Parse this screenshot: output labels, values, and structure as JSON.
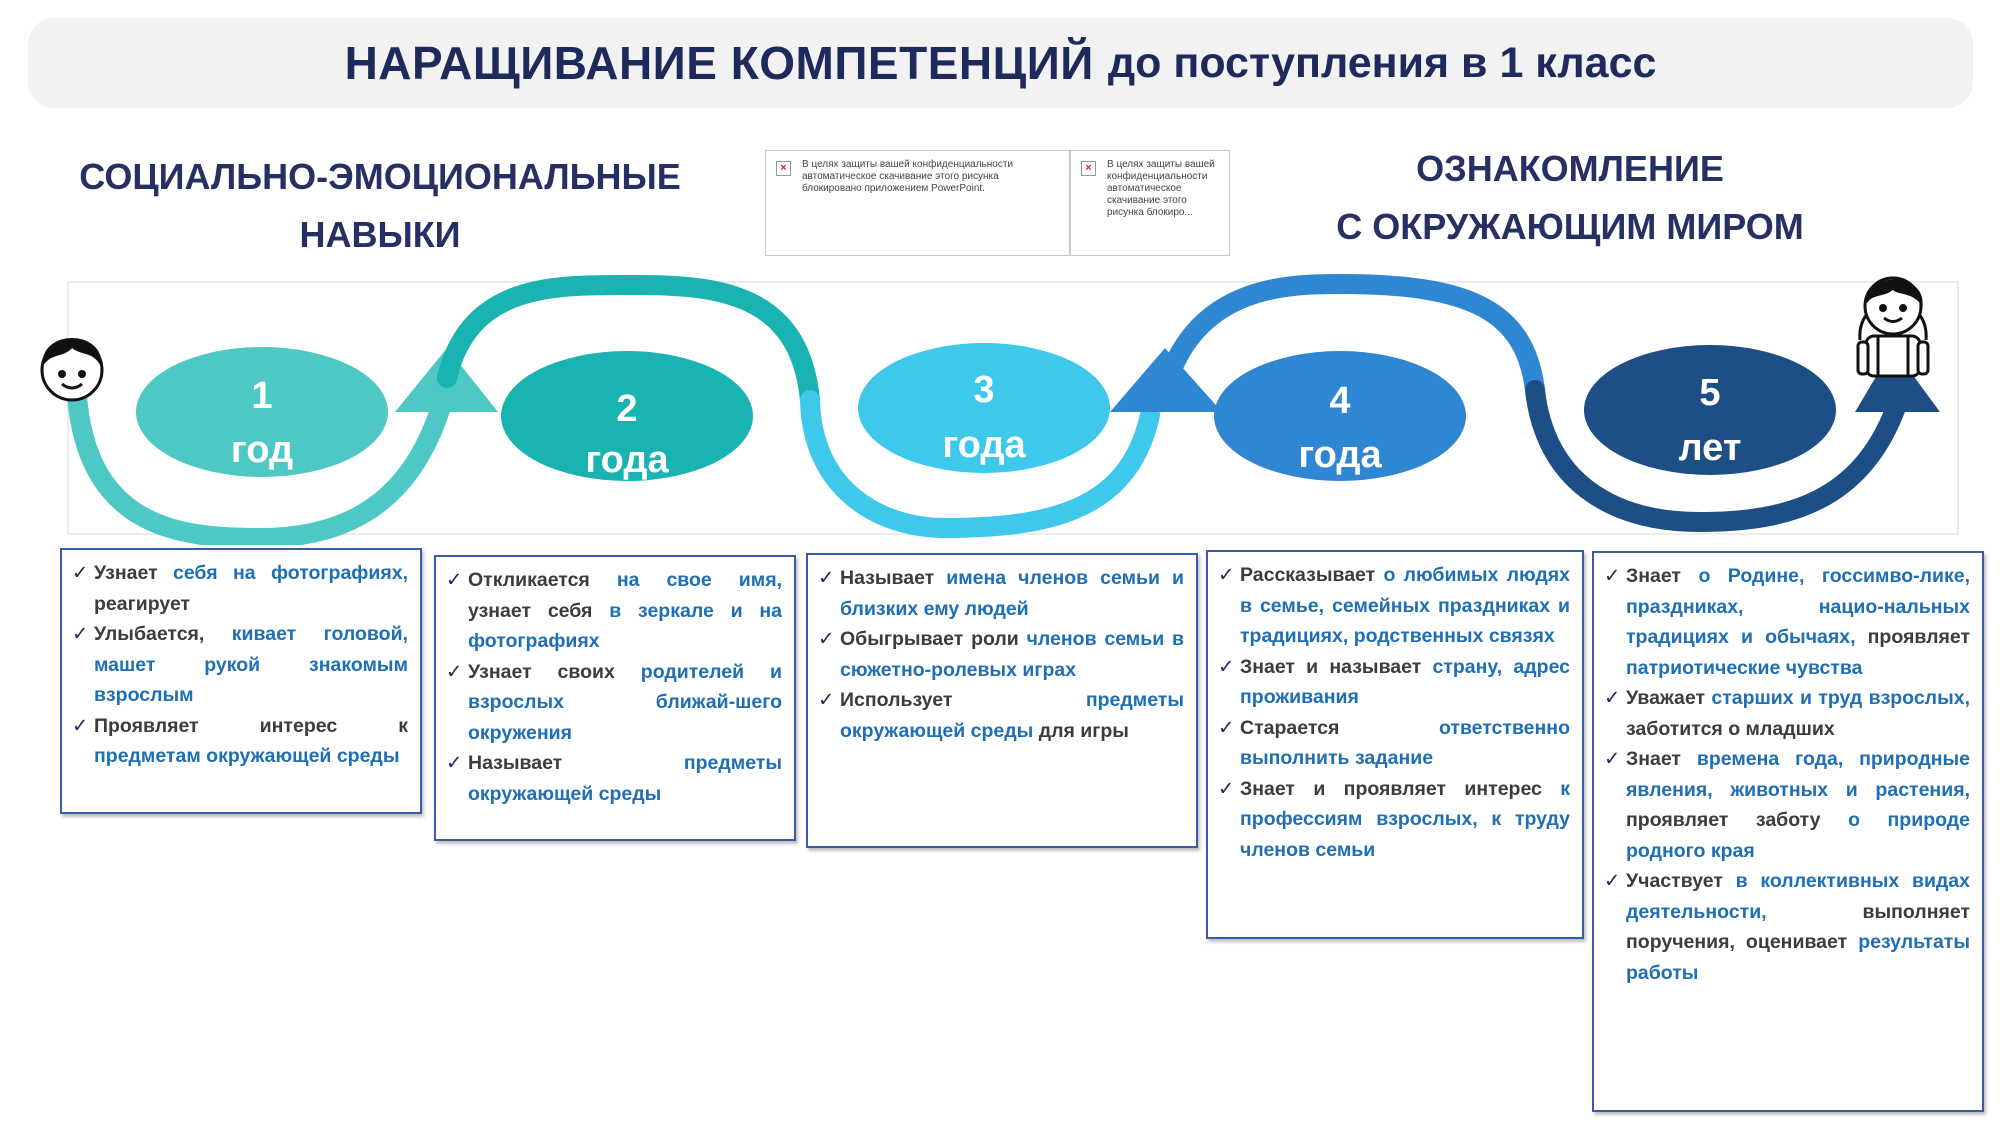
{
  "title": {
    "caps": "НАРАЩИВАНИЕ КОМПЕТЕНЦИЙ",
    "rest": "до поступления в 1 класс"
  },
  "heading_left": {
    "line1": "СОЦИАЛЬНО-ЭМОЦИОНАЛЬНЫЕ",
    "line2": "НАВЫКИ"
  },
  "heading_right": {
    "line1": "ОЗНАКОМЛЕНИЕ",
    "line2": "С ОКРУЖАЮЩИМ  МИРОМ"
  },
  "placeholders": [
    "В целях защиты вашей конфиденциальности автоматическое скачивание этого рисунка блокировано приложением PowerPoint.",
    "В целях защиты вашей конфиденциальности автоматическое скачивание этого рисунка блокиро..."
  ],
  "colors": {
    "c1": "#4dc8c4",
    "c2": "#19b3b1",
    "c3": "#3ec8ec",
    "c4": "#2f86d3",
    "c5": "#1d4f86",
    "title": "#1f2a5c",
    "box_border": "#3b5aa8",
    "highlight": "#1f6fb5"
  },
  "icons": [
    "boy-face-icon",
    "schoolboy-icon"
  ],
  "stages": [
    {
      "num": "1",
      "unit": "год",
      "color": "#4dc8c4"
    },
    {
      "num": "2",
      "unit": "года",
      "color": "#19b3b1"
    },
    {
      "num": "3",
      "unit": "года",
      "color": "#3ec8ec"
    },
    {
      "num": "4",
      "unit": "года",
      "color": "#2f86d3"
    },
    {
      "num": "5",
      "unit": "лет",
      "color": "#1d4f86"
    }
  ],
  "boxes": [
    [
      [
        [
          "Узнает ",
          0
        ],
        [
          "себя на фотографиях,",
          1
        ],
        [
          " реагирует",
          0
        ]
      ],
      [
        [
          "Улыбается, ",
          0
        ],
        [
          "кивает головой, машет рукой знакомым взрослым",
          1
        ]
      ],
      [
        [
          "Проявляет интерес к ",
          0
        ],
        [
          "предметам окружающей среды",
          1
        ]
      ]
    ],
    [
      [
        [
          "Откликается ",
          0
        ],
        [
          "на свое имя,",
          1
        ],
        [
          " узнает себя ",
          0
        ],
        [
          "в зеркале и на фотографиях",
          1
        ]
      ],
      [
        [
          "Узнает своих ",
          0
        ],
        [
          "родителей и взрослых ближай-шего окружения",
          1
        ]
      ],
      [
        [
          "Называет ",
          0
        ],
        [
          "предметы окружающей среды",
          1
        ]
      ]
    ],
    [
      [
        [
          "Называет ",
          0
        ],
        [
          "имена членов семьи и близких ему людей",
          1
        ]
      ],
      [
        [
          "Обыгрывает роли ",
          0
        ],
        [
          "членов семьи в сюжетно-ролевых играх",
          1
        ]
      ],
      [
        [
          "Использует ",
          0
        ],
        [
          "предметы окружающей среды",
          1
        ],
        [
          " для игры",
          0
        ]
      ]
    ],
    [
      [
        [
          "Рассказывает ",
          0
        ],
        [
          "о любимых людях в семье, семейных праздниках и традициях, родственных связях",
          1
        ]
      ],
      [
        [
          "Знает и называет ",
          0
        ],
        [
          "страну, адрес проживания",
          1
        ]
      ],
      [
        [
          "Старается ",
          0
        ],
        [
          "ответственно выполнить задание",
          1
        ]
      ],
      [
        [
          "Знает и проявляет интерес ",
          0
        ],
        [
          "к профессиям взрослых, к труду членов семьи",
          1
        ]
      ]
    ],
    [
      [
        [
          "Знает ",
          0
        ],
        [
          "о Родине, госсимво-лике, праздниках, нацио-нальных традициях и обычаях,",
          1
        ],
        [
          " проявляет ",
          0
        ],
        [
          "патриотические чувства",
          1
        ]
      ],
      [
        [
          "Уважает ",
          0
        ],
        [
          "старших и труд взрослых,",
          1
        ],
        [
          " заботится о младших",
          0
        ]
      ],
      [
        [
          "Знает ",
          0
        ],
        [
          "времена года, природные явления, животных и растения,",
          1
        ],
        [
          " проявляет заботу ",
          0
        ],
        [
          "о природе родного края",
          1
        ]
      ],
      [
        [
          "Участвует ",
          0
        ],
        [
          "в коллективных видах деятельности,",
          1
        ],
        [
          " выполняет поручения, оценивает ",
          0
        ],
        [
          "результаты работы",
          1
        ]
      ]
    ]
  ]
}
